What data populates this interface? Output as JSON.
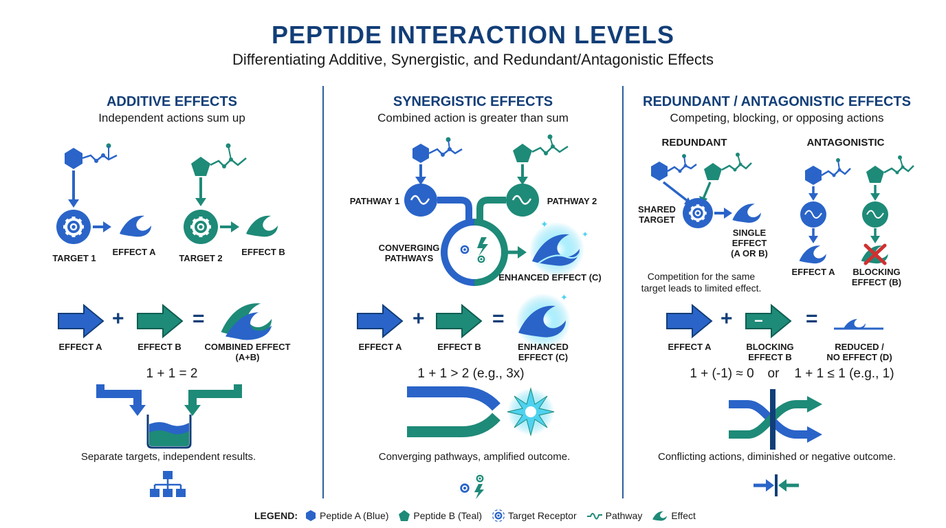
{
  "header": {
    "title": "PEPTIDE INTERACTION LEVELS",
    "subtitle": "Differentiating Additive, Synergistic, and Redundant/Antagonistic Effects"
  },
  "colors": {
    "blue": "#2a64c8",
    "teal": "#1e8a78",
    "navy": "#123e78",
    "glow": "#4fd2f0",
    "red": "#d03030"
  },
  "additive": {
    "title": "ADDITIVE EFFECTS",
    "subtitle": "Independent actions sum up",
    "labels": {
      "target1": "TARGET 1",
      "effect_a": "EFFECT A",
      "target2": "TARGET 2",
      "effect_b": "EFFECT B"
    },
    "equation_labels": {
      "left": "EFFECT A",
      "right": "EFFECT B",
      "result": "COMBINED EFFECT (A+B)"
    },
    "operators": {
      "plus": "+",
      "equals": "="
    },
    "formula": "1 + 1 = 2",
    "note": "Separate targets, independent results.",
    "icons": [
      "hexagon-peptide-icon",
      "pentagon-peptide-icon",
      "gear-receptor-icon",
      "wave-effect-icon",
      "beaker-icon",
      "hierarchy-icon"
    ]
  },
  "synergistic": {
    "title": "SYNERGISTIC EFFECTS",
    "subtitle": "Combined action is greater than sum",
    "labels": {
      "pathway1": "PATHWAY 1",
      "pathway2": "PATHWAY 2",
      "converging": "CONVERGING\nPATHWAYS",
      "enhanced": "ENHANCED EFFECT (C)"
    },
    "equation_labels": {
      "left": "EFFECT A",
      "right": "EFFECT B",
      "result": "ENHANCED\nEFFECT (C)"
    },
    "operators": {
      "plus": "+",
      "equals": "="
    },
    "formula": "1 + 1 > 2 (e.g., 3x)",
    "note": "Converging pathways, amplified outcome.",
    "icons": [
      "starburst-icon",
      "gears-lightning-icon"
    ]
  },
  "redundant": {
    "title": "REDUNDANT / ANTAGONISTIC EFFECTS",
    "subtitle": "Competing, blocking, or opposing actions",
    "redundant_label": "REDUNDANT",
    "antagonistic_label": "ANTAGONISTIC",
    "labels": {
      "shared_target": "SHARED\nTARGET",
      "single_effect": "SINGLE\nEFFECT\n(A OR B)",
      "effect_a": "EFFECT A",
      "blocking": "BLOCKING\nEFFECT (B)"
    },
    "competition_note": "Competition for the same\ntarget leads to limited effect.",
    "equation_labels": {
      "left": "EFFECT A",
      "right": "BLOCKING\nEFFECT B",
      "result": "REDUCED /\nNO EFFECT (D)"
    },
    "operators": {
      "plus": "+",
      "minus": "−",
      "equals": "="
    },
    "formula_1": "1 + (-1) ≈ 0",
    "formula_or": "or",
    "formula_2": "1 + 1 ≤ 1 (e.g., 1)",
    "note": "Conflicting actions, diminished or negative outcome.",
    "icons": [
      "crossing-arrows-icon",
      "opposing-arrows-icon"
    ]
  },
  "legend": {
    "heading": "LEGEND:",
    "items": [
      {
        "icon": "hexagon-icon",
        "label": "Peptide A (Blue)"
      },
      {
        "icon": "pentagon-icon",
        "label": "Peptide B (Teal)"
      },
      {
        "icon": "gear-icon",
        "label": "Target Receptor"
      },
      {
        "icon": "pathway-wave-icon",
        "label": "Pathway"
      },
      {
        "icon": "effect-wave-icon",
        "label": "Effect"
      }
    ]
  }
}
